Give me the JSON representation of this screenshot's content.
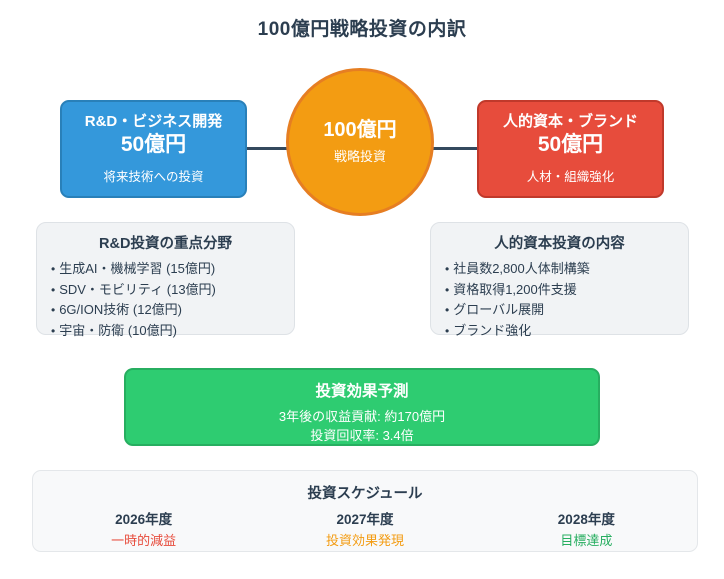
{
  "title": "100億円戦略投資の内訳",
  "glyphs": {
    "bullet": "•"
  },
  "center_node": {
    "amount": "100億円",
    "label": "戦略投資"
  },
  "rd_node": {
    "title": "R&D・ビジネス開発",
    "amount": "50億円",
    "subtitle": "将来技術への投資"
  },
  "hc_node": {
    "title": "人的資本・ブランド",
    "amount": "50億円",
    "subtitle": "人材・組織強化"
  },
  "rd_detail": {
    "title": "R&D投資の重点分野",
    "items": [
      "生成AI・機械学習 (15億円)",
      "SDV・モビリティ (13億円)",
      "6G/ION技術 (12億円)",
      "宇宙・防衛 (10億円)"
    ]
  },
  "hc_detail": {
    "title": "人的資本投資の内容",
    "items": [
      "社員数2,800人体制構築",
      "資格取得1,200件支援",
      "グローバル展開",
      "ブランド強化"
    ]
  },
  "effect": {
    "title": "投資効果予測",
    "line1": "3年後の収益貢献: 約170億円",
    "line2": "投資回収率: 3.4倍"
  },
  "schedule": {
    "title": "投資スケジュール",
    "milestones": [
      {
        "year": "2026年度",
        "label": "一時的減益",
        "color": "#e74c3c"
      },
      {
        "year": "2027年度",
        "label": "投資効果発現",
        "color": "#f39c12"
      },
      {
        "year": "2028年度",
        "label": "目標達成",
        "color": "#27ae60"
      }
    ]
  },
  "colors": {
    "title_text": "#2c3e50",
    "rd_node_bg": "#3498db",
    "rd_node_border": "#2980b9",
    "hc_node_bg": "#e74c3c",
    "hc_node_border": "#c0392b",
    "center_bg": "#f39c12",
    "center_border": "#e67e22",
    "effect_bg": "#2ecc71",
    "effect_border": "#27ae60",
    "connector": "#34495e",
    "panel_bg": "#f1f3f5"
  }
}
